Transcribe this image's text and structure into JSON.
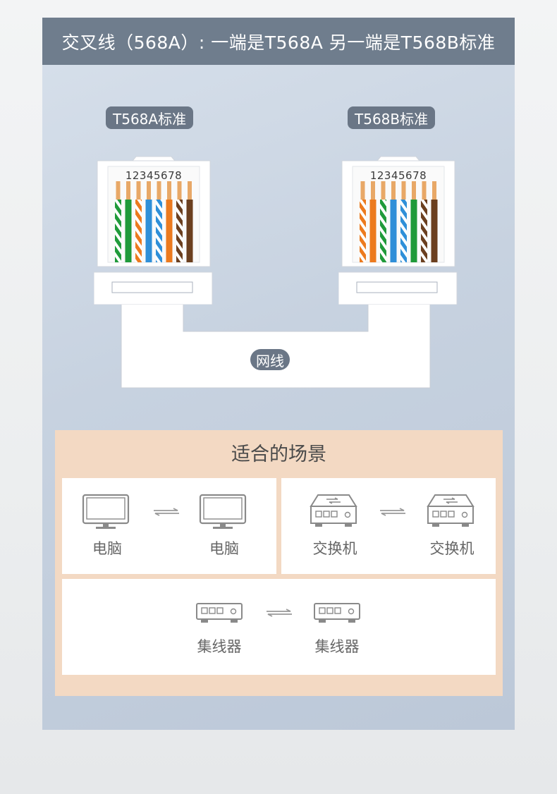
{
  "header": {
    "title": "交叉线（568A）: 一端是T568A  另一端是T568B标准"
  },
  "left_connector": {
    "label": "T568A标准",
    "pin_numbers": "12345678",
    "wires": [
      "white-green",
      "green",
      "white-orange",
      "blue",
      "white-blue",
      "orange",
      "white-brown",
      "brown"
    ]
  },
  "right_connector": {
    "label": "T568B标准",
    "pin_numbers": "12345678",
    "wires": [
      "white-orange",
      "orange",
      "white-green",
      "blue",
      "white-blue",
      "green",
      "white-brown",
      "brown"
    ]
  },
  "cable": {
    "label": "网线"
  },
  "colors": {
    "green": "#1f9a3a",
    "orange": "#ec7a1e",
    "blue": "#2f8fd8",
    "brown": "#6b3f1f",
    "copper": "#e8a867",
    "header_bg": "#6f7d8d",
    "scenario_bg": "#f3d9c3"
  },
  "scenarios": {
    "title": "适合的场景",
    "pairs": [
      {
        "left": {
          "icon": "monitor-icon",
          "label": "电脑"
        },
        "right": {
          "icon": "monitor-icon",
          "label": "电脑"
        }
      },
      {
        "left": {
          "icon": "switch-icon",
          "label": "交换机"
        },
        "right": {
          "icon": "switch-icon",
          "label": "交换机"
        }
      },
      {
        "left": {
          "icon": "hub-icon",
          "label": "集线器"
        },
        "right": {
          "icon": "hub-icon",
          "label": "集线器"
        }
      }
    ]
  }
}
